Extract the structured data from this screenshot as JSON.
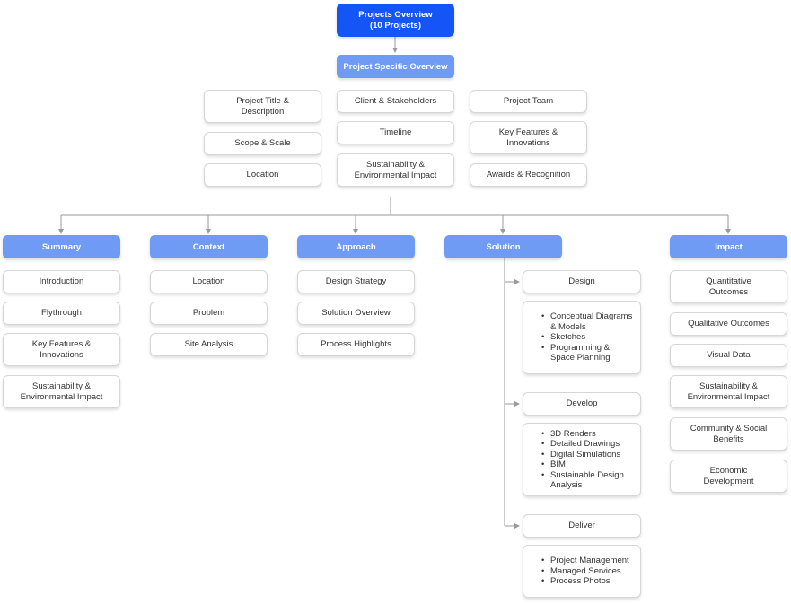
{
  "root": "Projects Overview\n(10 Projects)",
  "project_overview": "Project Specific Overview",
  "overview_items": {
    "col1": [
      "Project Title &\nDescription",
      "Scope & Scale",
      "Location"
    ],
    "col2": [
      "Client & Stakeholders",
      "Timeline",
      "Sustainability &\nEnvironmental Impact"
    ],
    "col3": [
      "Project Team",
      "Key Features &\nInnovations",
      "Awards & Recognition"
    ]
  },
  "sections": {
    "summary": {
      "title": "Summary",
      "items": [
        "Introduction",
        "Flythrough",
        "Key Features &\nInnovations",
        "Sustainability &\nEnvironmental Impact"
      ]
    },
    "context": {
      "title": "Context",
      "items": [
        "Location",
        "Problem",
        "Site Analysis"
      ]
    },
    "approach": {
      "title": "Approach",
      "items": [
        "Design Strategy",
        "Solution Overview",
        "Process Highlights"
      ]
    },
    "solution": {
      "title": "Solution",
      "design": {
        "title": "Design",
        "items": [
          "Conceptual Diagrams & Models",
          "Sketches",
          "Programming & Space Planning"
        ]
      },
      "develop": {
        "title": "Develop",
        "items": [
          "3D Renders",
          "Detailed Drawings",
          "Digital Simulations",
          "BIM",
          "Sustainable Design Analysis"
        ]
      },
      "deliver": {
        "title": "Deliver",
        "items": [
          "Project Management",
          "Managed Services",
          "Process Photos"
        ]
      }
    },
    "impact": {
      "title": "Impact",
      "items": [
        "Quantitative\nOutcomes",
        "Qualitative Outcomes",
        "Visual Data",
        "Sustainability &\nEnvironmental Impact",
        "Community & Social\nBenefits",
        "Economic\nDevelopment"
      ]
    }
  },
  "colors": {
    "root_fill": "#1455f5",
    "section_fill": "#6f9bf5",
    "connector": "#9a9a9a"
  }
}
